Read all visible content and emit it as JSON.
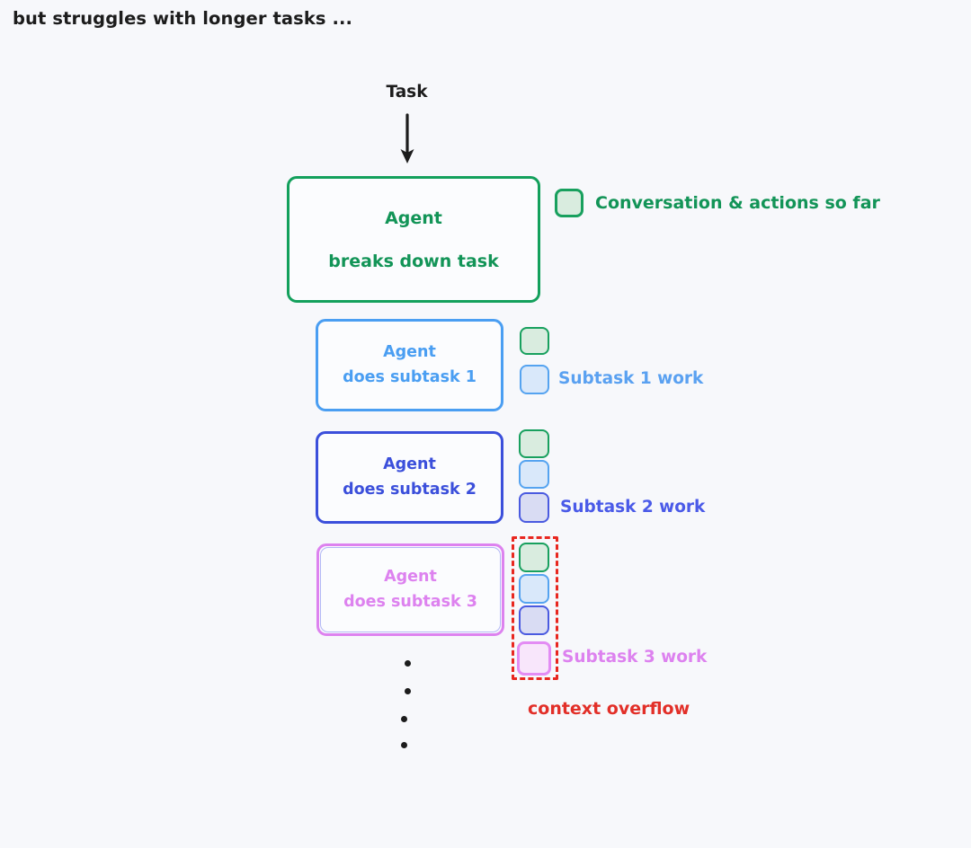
{
  "background_color": "#f7f8fb",
  "header": {
    "title": "but struggles with longer tasks ..."
  },
  "flow": {
    "task_label": "Task",
    "arrow_icon": "down-arrow-icon",
    "arrow_color": "#1c1c1c"
  },
  "root_box": {
    "line1": "Agent",
    "line2": "breaks down task",
    "color": "#13a05c"
  },
  "legend": {
    "square_icon": "context-square-icon",
    "label": "Conversation & actions so far",
    "color": "#129457",
    "fill": "#d9ecdf"
  },
  "subtasks": [
    {
      "line1": "Agent",
      "line2": "does subtask 1",
      "legend_label": "Subtask 1 work",
      "color": "#4a9ef2",
      "fill": "#d9e8fa",
      "context_squares": [
        "green",
        "blue"
      ],
      "square_count": 2
    },
    {
      "line1": "Agent",
      "line2": "does subtask 2",
      "legend_label": "Subtask 2 work",
      "color": "#3b4fdb",
      "fill": "#d9dcf3",
      "context_squares": [
        "green",
        "blue",
        "indigo"
      ],
      "square_count": 3
    },
    {
      "line1": "Agent",
      "line2": "does subtask 3",
      "legend_label": "Subtask 3 work",
      "color": "#dd82ef",
      "fill": "#f8e6fb",
      "context_squares": [
        "green",
        "blue",
        "indigo",
        "pink"
      ],
      "square_count": 4
    }
  ],
  "overflow": {
    "label": "context overflow",
    "color": "#e22f28",
    "border_style": "dashed"
  },
  "continuation_dots": {
    "count": 4,
    "color": "#1c1c1c"
  }
}
